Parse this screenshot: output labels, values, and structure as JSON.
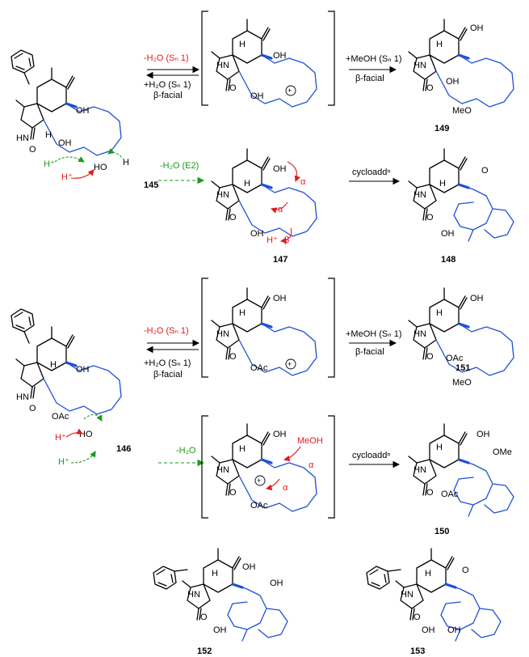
{
  "compounds": {
    "c145": "145",
    "c146": "146",
    "c147": "147",
    "c148": "148",
    "c149": "149",
    "c150": "150",
    "c151": "151",
    "c152": "152",
    "c153": "153"
  },
  "reactions": {
    "r1_forward": "-H₂O (Sₙ 1)",
    "r1_forward_sub": "N",
    "r1_reverse": "+H₂O (Sₙ 1)",
    "r1_reverse_face": "β-facial",
    "r1_right": "+MeOH (Sₙ 1)",
    "r1_right_face": "β-facial",
    "r2_left": "-H₂O (E2)",
    "r2_right": "cycloaddⁿ",
    "r3_forward": "-H₂O (Sₙ 1)",
    "r3_reverse": "+H₂O (Sₙ 1)",
    "r3_reverse_face": "β-facial",
    "r3_right": "+MeOH (Sₙ 1)",
    "r3_right_face": "β-facial",
    "r4_left": "-H₂O",
    "r4_right": "cycloaddⁿ"
  },
  "atom_labels": {
    "oh": "OH",
    "hn": "HN",
    "o": "O",
    "h": "H",
    "oac": "OAc",
    "meo": "MeO",
    "ome": "OMe",
    "meoh": "MeOH",
    "ho": "HO",
    "hplus": "H⁺",
    "alpha": "α",
    "beta": "β",
    "plus": "+"
  },
  "colors": {
    "black": "#000000",
    "blue": "#1f4fd6",
    "red": "#e31a1c",
    "green": "#1a9a1a"
  }
}
